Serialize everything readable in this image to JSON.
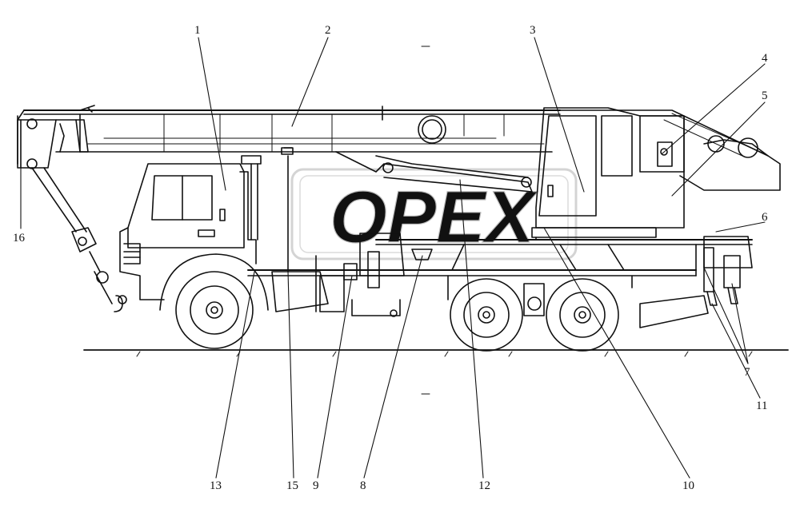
{
  "watermark": "OPEX",
  "colors": {
    "ink": "#111111",
    "watermark": "#cfcfcf"
  },
  "callouts": [
    {
      "id": "1",
      "label": "1"
    },
    {
      "id": "2",
      "label": "2"
    },
    {
      "id": "3",
      "label": "3"
    },
    {
      "id": "4",
      "label": "4"
    },
    {
      "id": "5",
      "label": "5"
    },
    {
      "id": "6",
      "label": "6"
    },
    {
      "id": "7",
      "label": "7"
    },
    {
      "id": "8",
      "label": "8"
    },
    {
      "id": "9",
      "label": "9"
    },
    {
      "id": "10",
      "label": "10"
    },
    {
      "id": "11",
      "label": "11"
    },
    {
      "id": "12",
      "label": "12"
    },
    {
      "id": "13",
      "label": "13"
    },
    {
      "id": "15",
      "label": "15"
    },
    {
      "id": "16",
      "label": "16"
    }
  ]
}
